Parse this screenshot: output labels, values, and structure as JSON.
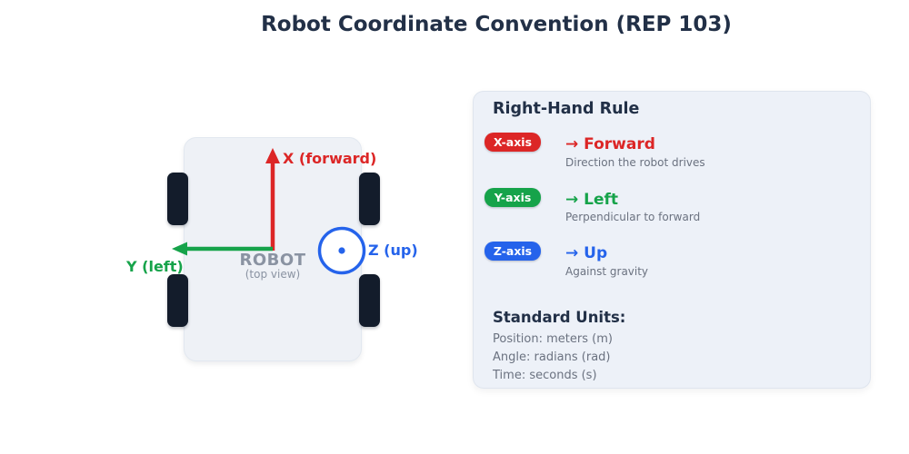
{
  "title": "Robot Coordinate Convention (REP 103)",
  "colors": {
    "x_axis": "#dc2626",
    "y_axis": "#16a34a",
    "z_axis": "#2563eb",
    "wheel": "#131c2b",
    "body_fill": "#eef1f6",
    "body_border": "#e2e8f0",
    "panel_fill": "#edf1f8",
    "panel_border": "#dfe5ee"
  },
  "diagram": {
    "robot_label": "ROBOT",
    "robot_sublabel": "(top view)",
    "x_label": "X (forward)",
    "y_label": "Y (left)",
    "z_label": "Z (up)"
  },
  "panel": {
    "title": "Right-Hand Rule",
    "rows": [
      {
        "badge": "X-axis",
        "direction": "→ Forward",
        "description": "Direction the robot drives"
      },
      {
        "badge": "Y-axis",
        "direction": "→ Left",
        "description": "Perpendicular to forward"
      },
      {
        "badge": "Z-axis",
        "direction": "→ Up",
        "description": "Against gravity"
      }
    ],
    "units": {
      "heading": "Standard Units:",
      "items": [
        "Position: meters (m)",
        "Angle: radians (rad)",
        "Time: seconds (s)"
      ]
    }
  }
}
